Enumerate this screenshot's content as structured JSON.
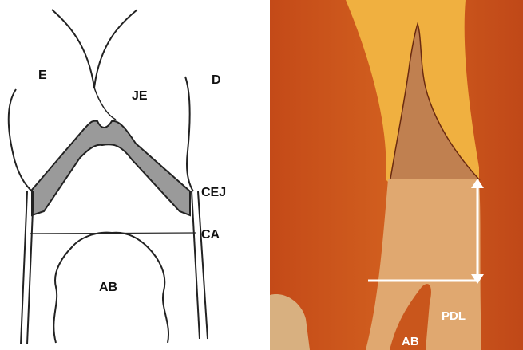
{
  "left_panel": {
    "labels": {
      "E": "E",
      "D": "D",
      "JE": "JE",
      "CEJ": "CEJ",
      "CA": "CA",
      "AB": "AB"
    }
  },
  "right_panel": {
    "labels": {
      "PDL": "PDL",
      "AB": "AB"
    }
  },
  "colors": {
    "tissue_orange": "#c9521c",
    "gap_yellow": "#f0b040",
    "connective_tissue": "#e0a870",
    "annotation_white": "#ffffff",
    "line_dark": "#222222",
    "epithelium_gray": "#9a9a9a"
  }
}
